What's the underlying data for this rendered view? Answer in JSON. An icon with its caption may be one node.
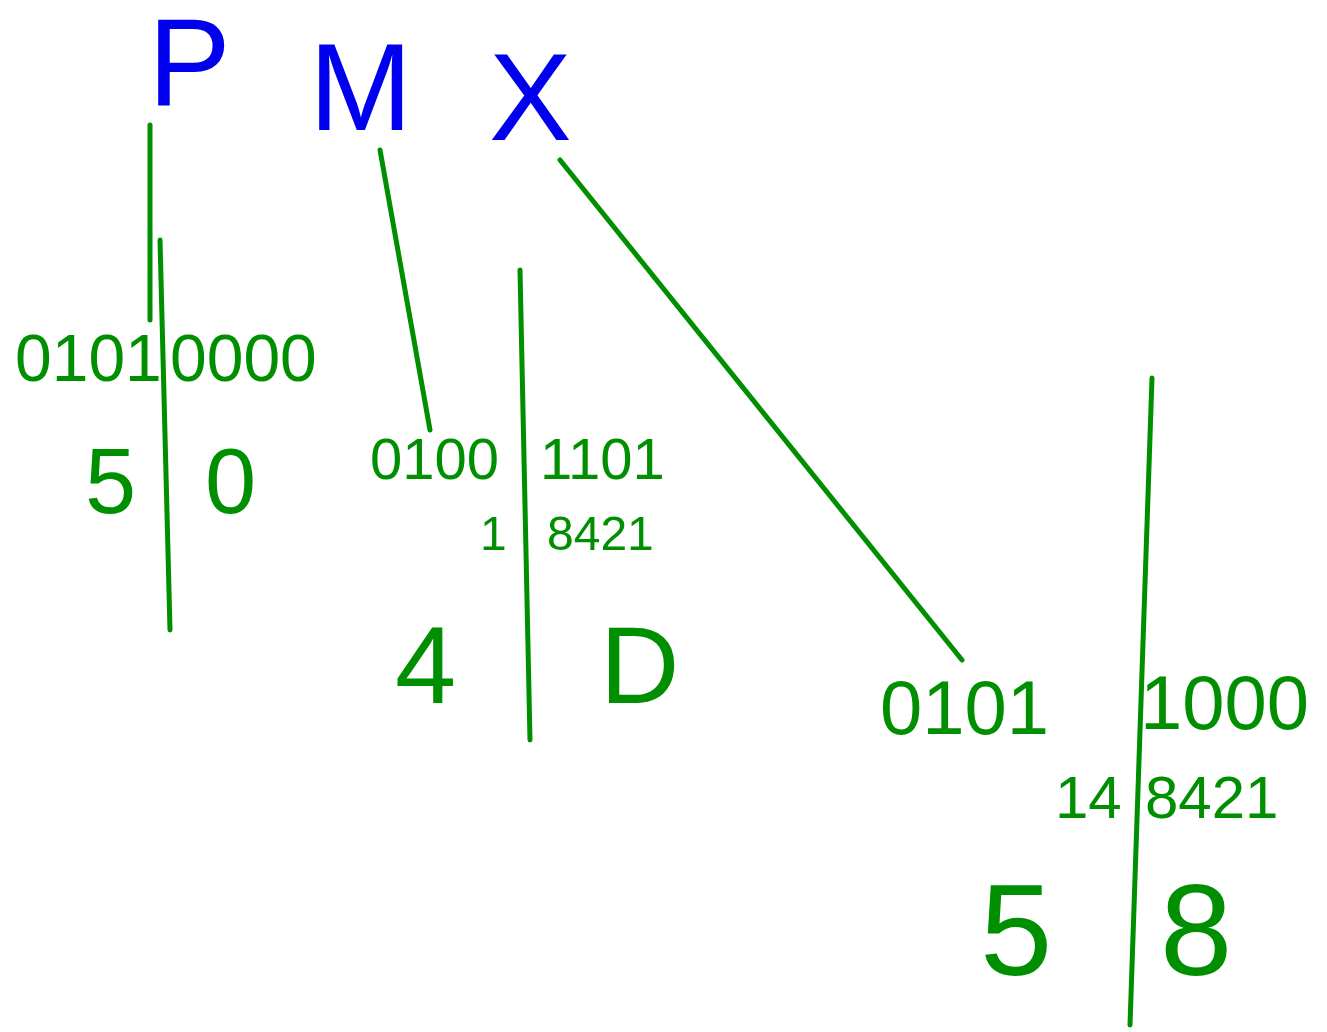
{
  "diagram": {
    "nodes": [
      {
        "text": [
          "P"
        ]
      },
      {
        "text": [
          "M"
        ]
      },
      {
        "text": [
          "X"
        ]
      },
      {
        "text": [
          "0101",
          "0000",
          "5",
          "0"
        ]
      },
      {
        "text": [
          "0100",
          "1101",
          "1",
          "8421",
          "4",
          "D"
        ]
      },
      {
        "text": [
          "0101",
          "1000",
          "14",
          "8421",
          "5",
          "8"
        ]
      }
    ],
    "edges": [
      {
        "from": 0,
        "to": 3,
        "arrow": "none"
      },
      {
        "from": 1,
        "to": 4,
        "arrow": "none"
      },
      {
        "from": 2,
        "to": 5,
        "arrow": "none"
      }
    ]
  }
}
